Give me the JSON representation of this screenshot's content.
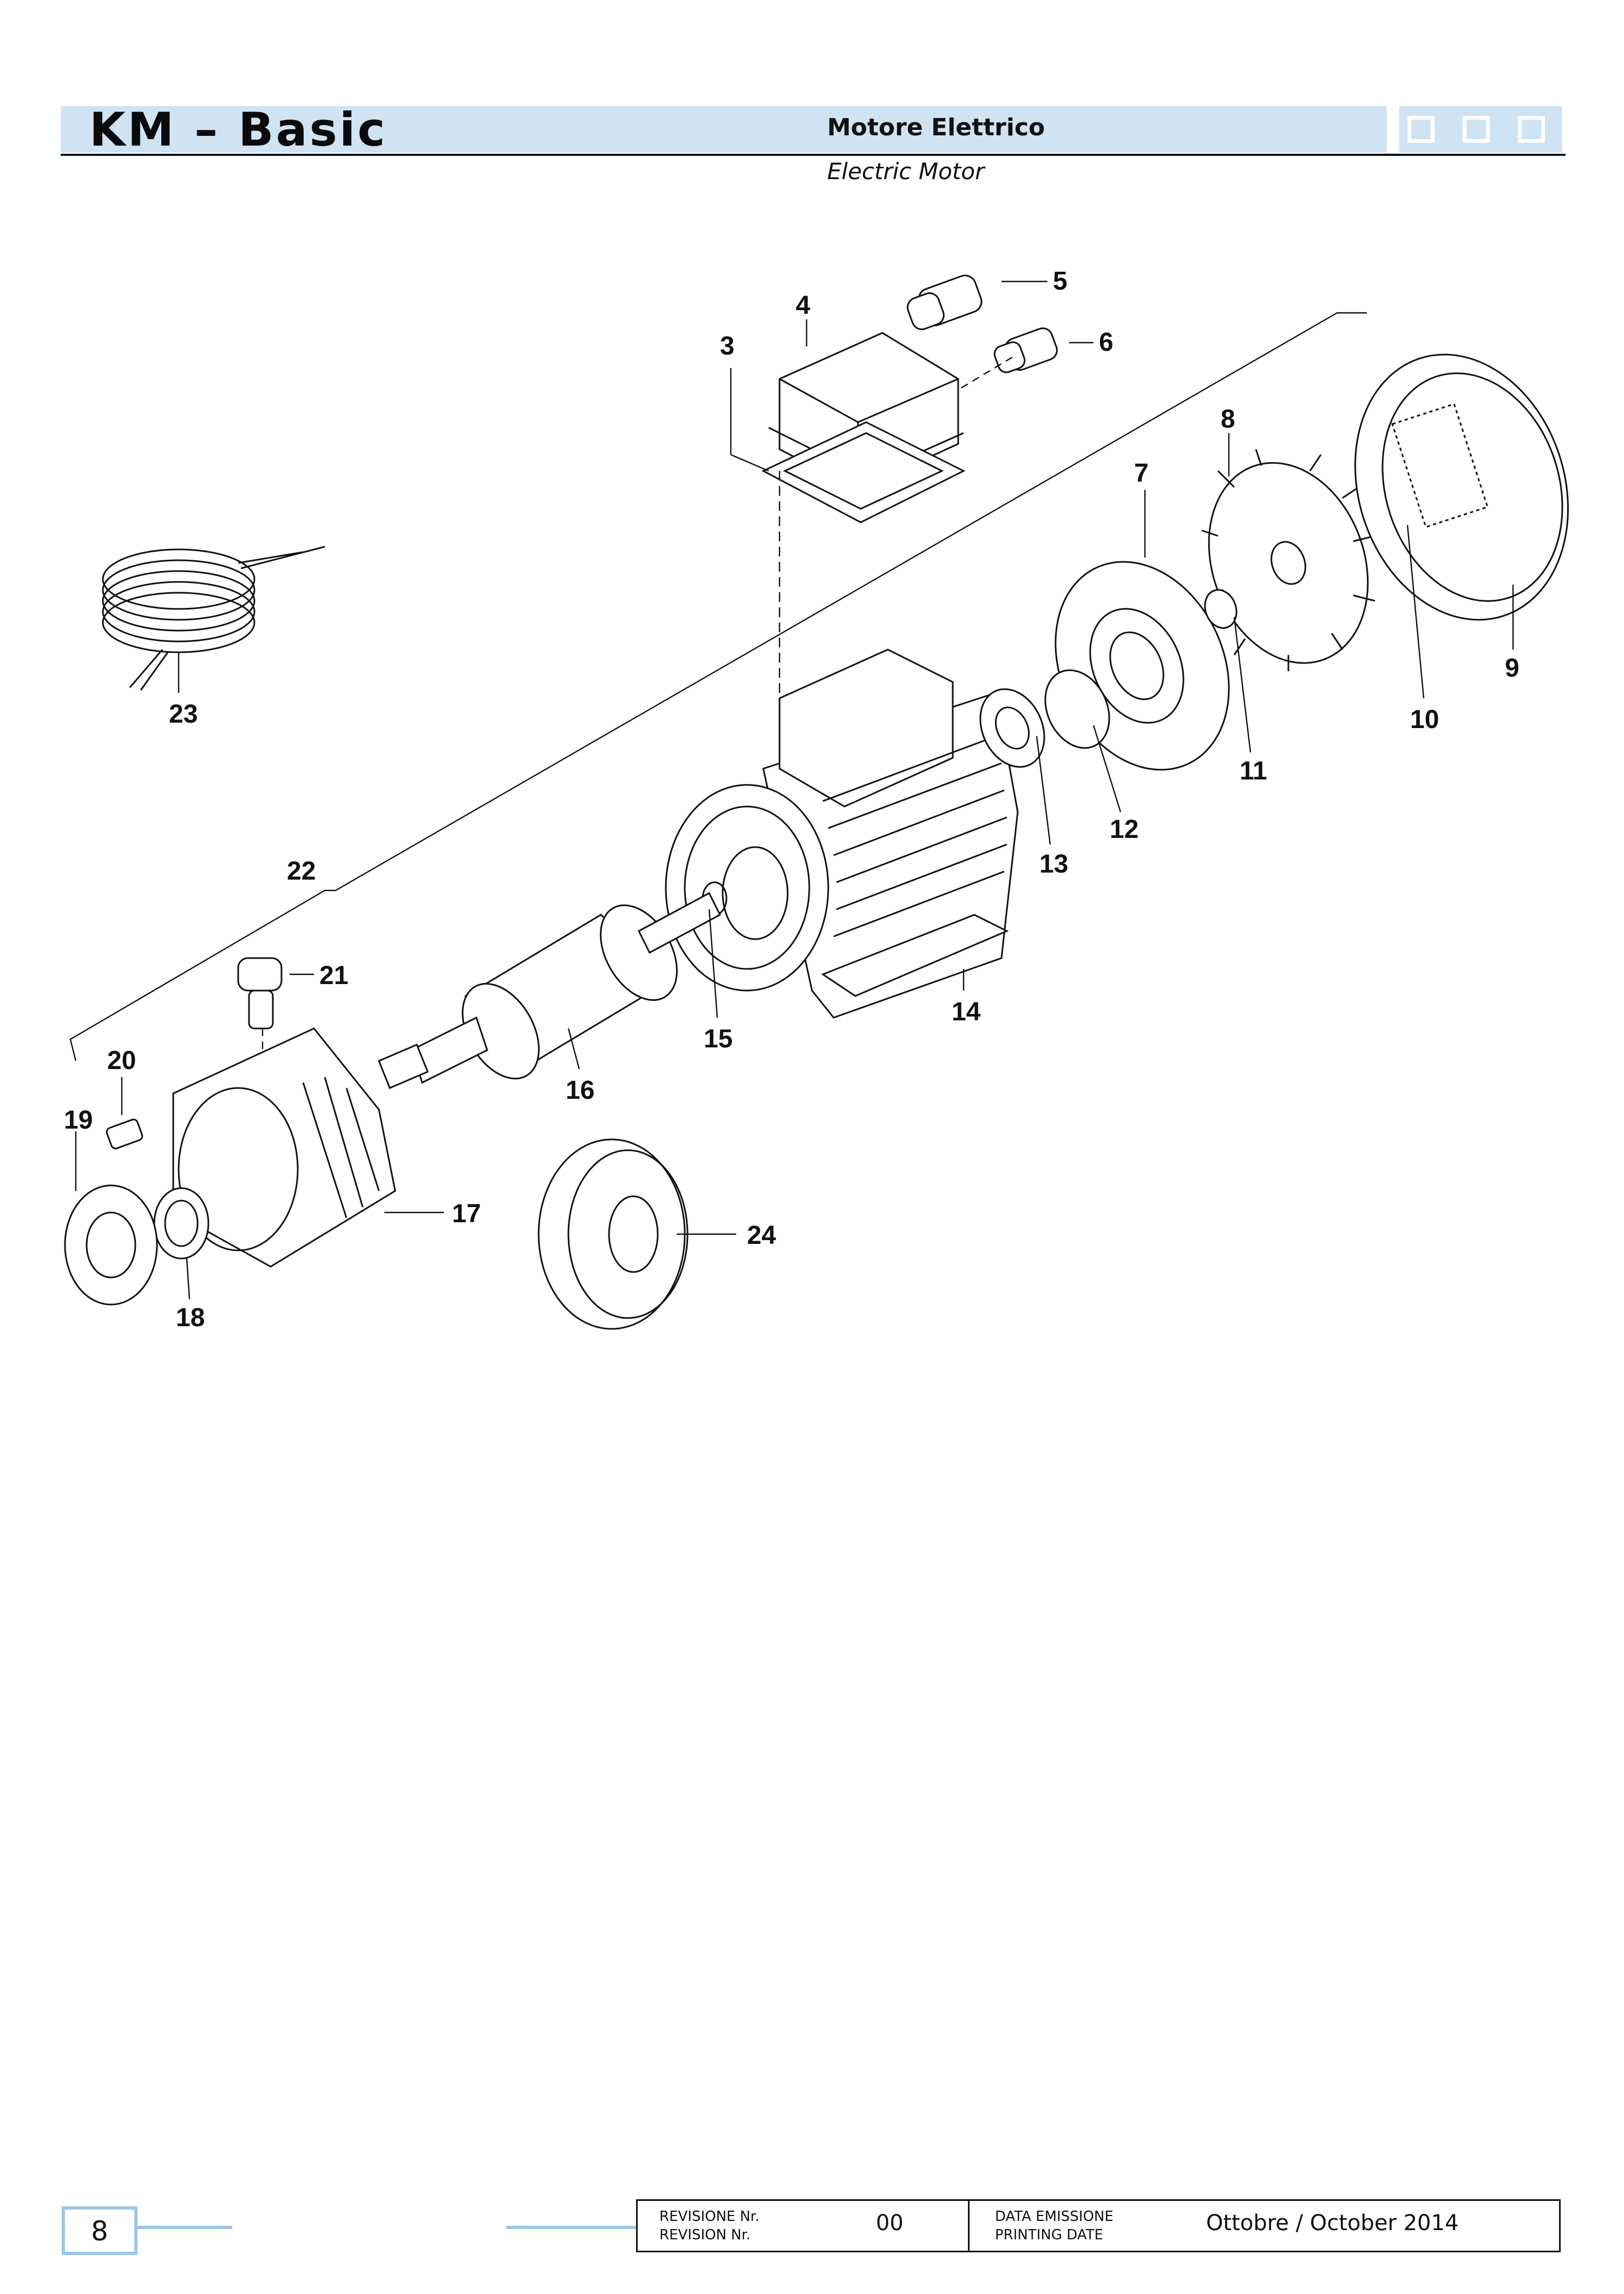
{
  "header": {
    "brand": "KM – Basic",
    "title_it": "Motore Elettrico",
    "title_en": "Electric Motor"
  },
  "diagram": {
    "callouts": [
      "3",
      "4",
      "5",
      "6",
      "7",
      "8",
      "9",
      "10",
      "11",
      "12",
      "13",
      "14",
      "15",
      "16",
      "17",
      "18",
      "19",
      "20",
      "21",
      "22",
      "23",
      "24"
    ]
  },
  "footer": {
    "page_number": "8",
    "revision_label_it": "REVISIONE Nr.",
    "revision_label_en": "REVISION Nr.",
    "revision_value": "00",
    "date_label_it": "DATA EMISSIONE",
    "date_label_en": "PRINTING DATE",
    "date_value": "Ottobre / October 2014"
  }
}
